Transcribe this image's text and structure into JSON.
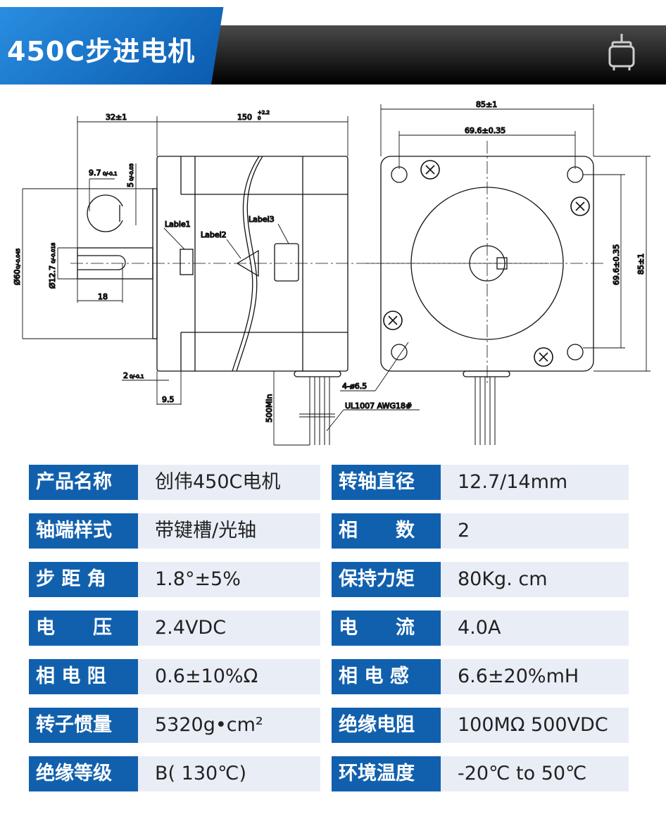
{
  "header": {
    "title": "450C步进电机",
    "icon": "motor-icon"
  },
  "drawing": {
    "side": {
      "len_front": "32±1",
      "len_body": "150",
      "len_body_tol_up": "+2.2",
      "len_body_tol_dn": "0",
      "key_width": "9.7",
      "key_width_tol": "0/-0.1",
      "key_depth": "5",
      "key_depth_tol": "0/-0.03",
      "flange_dia": "Ø60",
      "flange_dia_tol": "0/-0.045",
      "shaft_dia": "Ø12.7",
      "shaft_dia_tol": "0/-0.018",
      "key_len": "18",
      "flange_thk": "2",
      "flange_thk_tol": "0/-0.1",
      "step": "9.5",
      "lead": "500Min",
      "label1": "Lable1",
      "label2": "Label2",
      "label3": "Label3",
      "wire": "UL1007  AWG18#"
    },
    "front": {
      "width": "85±1",
      "hole_pitch": "69.6±0.35",
      "hole_pitch_v": "69.6±0.35",
      "height": "85±1",
      "holes": "4-ø6.5"
    }
  },
  "specs": [
    {
      "l1": "产品名称",
      "v1": "创伟450C电机",
      "l2": "转轴直径",
      "v2": "12.7/14mm"
    },
    {
      "l1": "轴端样式",
      "v1": "带键槽/光轴",
      "l2": "相　　数",
      "v2": "2"
    },
    {
      "l1": "步 距 角",
      "v1": "1.8°±5%",
      "l2": "保持力矩",
      "v2": "80Kg. cm"
    },
    {
      "l1": "电　　压",
      "v1": "2.4VDC",
      "l2": "电　　流",
      "v2": "4.0A"
    },
    {
      "l1": "相 电 阻",
      "v1": "0.6±10%Ω",
      "l2": "相 电 感",
      "v2": "6.6±20%mH"
    },
    {
      "l1": "转子惯量",
      "v1": "5320g•cm²",
      "l2": "绝缘电阻",
      "v2": "100MΩ 500VDC"
    },
    {
      "l1": "绝缘等级",
      "v1": "B( 130℃)",
      "l2": "环境温度",
      "v2": "-20℃ to 50℃"
    }
  ]
}
